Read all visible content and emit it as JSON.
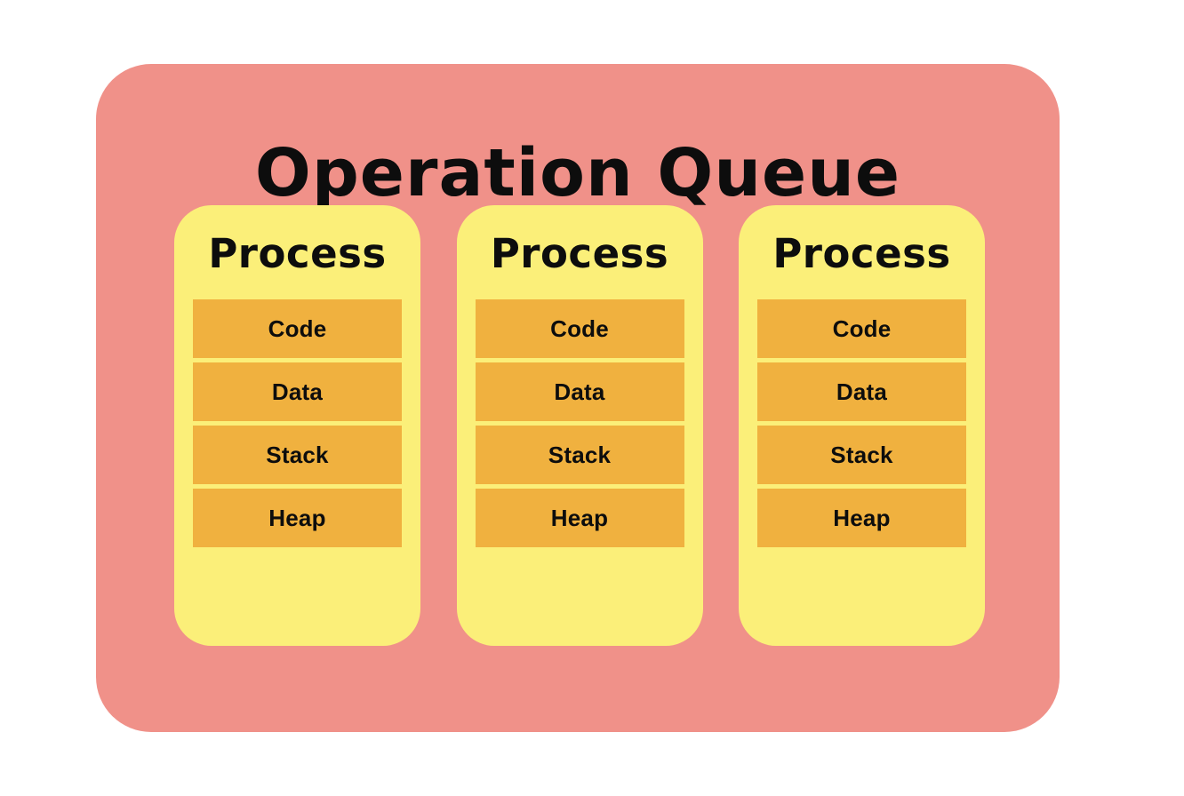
{
  "diagram": {
    "title": "Operation Queue",
    "colors": {
      "container_background": "#F09189",
      "card_background": "#FBEF79",
      "segment_background": "#F0B13F",
      "text": "#0d0d0d",
      "page_background": "#ffffff"
    },
    "processes": [
      {
        "title": "Process",
        "segments": [
          {
            "label": "Code"
          },
          {
            "label": "Data"
          },
          {
            "label": "Stack"
          },
          {
            "label": "Heap"
          }
        ]
      },
      {
        "title": "Process",
        "segments": [
          {
            "label": "Code"
          },
          {
            "label": "Data"
          },
          {
            "label": "Stack"
          },
          {
            "label": "Heap"
          }
        ]
      },
      {
        "title": "Process",
        "segments": [
          {
            "label": "Code"
          },
          {
            "label": "Data"
          },
          {
            "label": "Stack"
          },
          {
            "label": "Heap"
          }
        ]
      }
    ]
  }
}
